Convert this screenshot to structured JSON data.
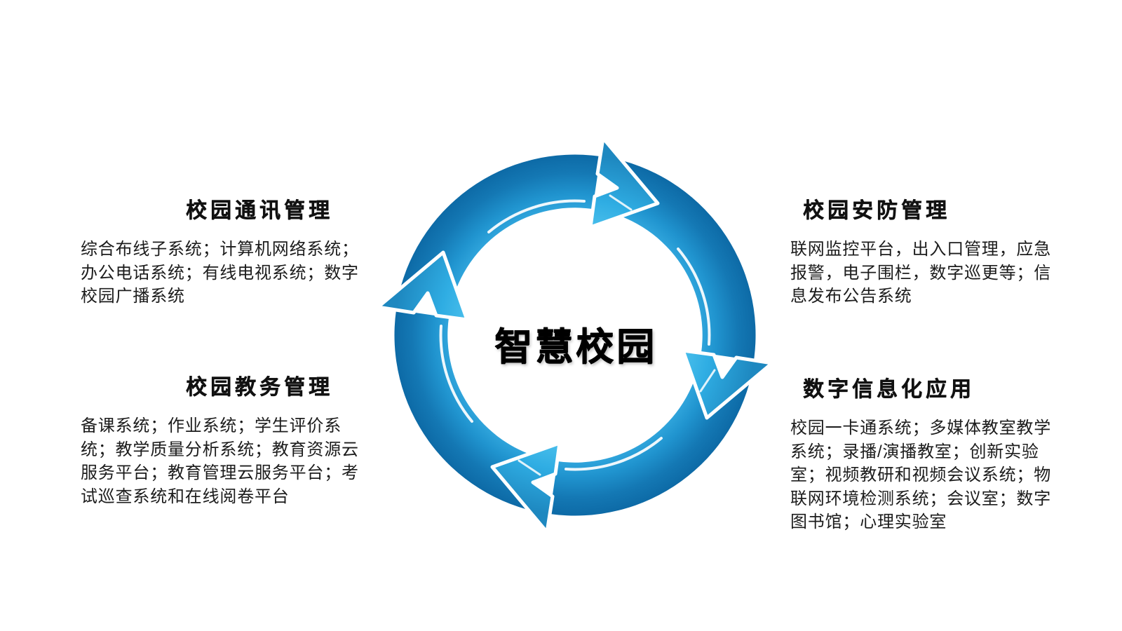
{
  "diagram": {
    "center_label": "智慧校园",
    "sections": [
      {
        "id": "campus-communication",
        "position": "top-left",
        "title": "校园通讯管理",
        "body": "综合布线子系统；计算机网络系统；办公电话系统；有线电视系统；数字校园广播系统"
      },
      {
        "id": "campus-security",
        "position": "top-right",
        "title": "校园安防管理",
        "body": "联网监控平台，出入口管理，应急报警，电子围栏，数字巡更等；信息发布公告系统"
      },
      {
        "id": "campus-academic",
        "position": "bottom-left",
        "title": "校园教务管理",
        "body": "备课系统；作业系统；学生评价系统；教学质量分析系统；教育资源云服务平台；教育管理云服务平台；考试巡查系统和在线阅卷平台"
      },
      {
        "id": "digital-application",
        "position": "bottom-right",
        "title": "数字信息化应用",
        "body": "校园一卡通系统；多媒体教室教学系统；录播/演播教室；创新实验室；视频教研和视频会议系统；物联网环境检测系统；会议室；数字图书馆；心理实验室"
      }
    ],
    "colors": {
      "arrow_outer_dark": "#0d6aa6",
      "arrow_mid": "#1d87c4",
      "arrow_inner_light": "#49bdeb",
      "arrow_head": "#2fb1e7",
      "text": "#000000",
      "background": "#ffffff"
    }
  }
}
